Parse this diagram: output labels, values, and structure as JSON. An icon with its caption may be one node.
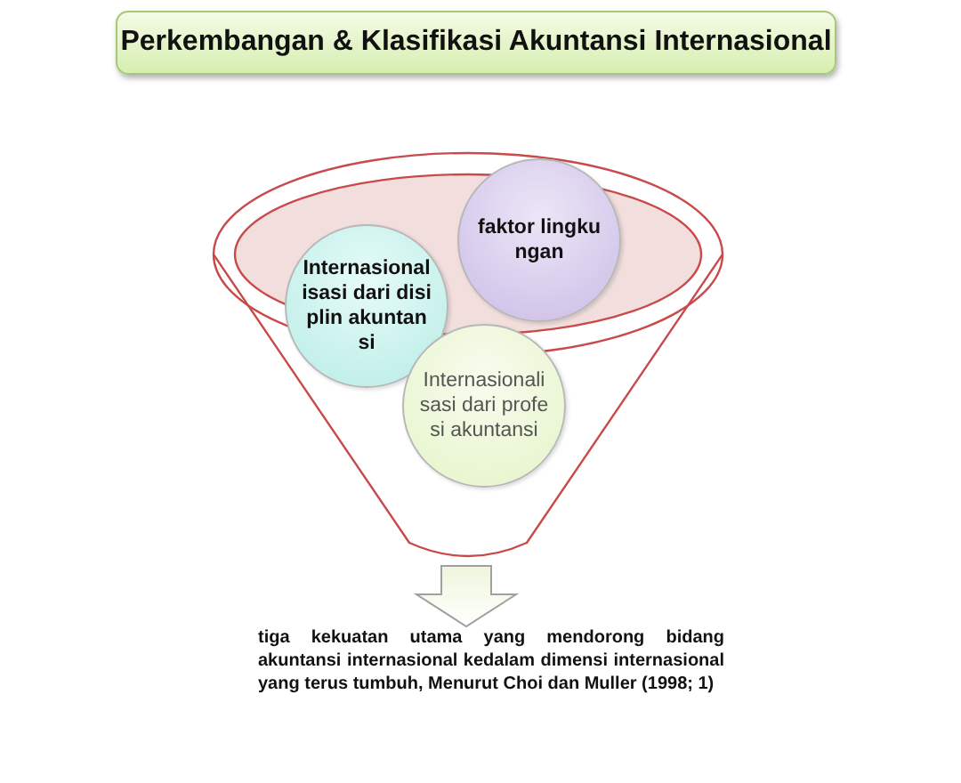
{
  "diagram": {
    "title": "Perkembangan & Klasifikasi Akuntansi Internasional",
    "nodes": [
      {
        "text": [],
        "shape": "funnel"
      },
      {
        "text": [
          "Internasionalisasi dari disiplin akuntansi"
        ],
        "in": 0
      },
      {
        "text": [
          "faktor lingkungan"
        ],
        "in": 0
      },
      {
        "text": [
          "Internasionalisasi dari profesi akuntansi"
        ],
        "in": 0
      },
      {
        "text": [
          "tiga kekuatan utama yang mendorong bidang akuntansi internasional kedalam dimensi internasional yang terus tumbuh, Menurut Choi dan Muller (1998; 1)"
        ]
      }
    ],
    "edges": [
      {
        "from": 0,
        "to": 4,
        "arrow": "to"
      }
    ]
  }
}
